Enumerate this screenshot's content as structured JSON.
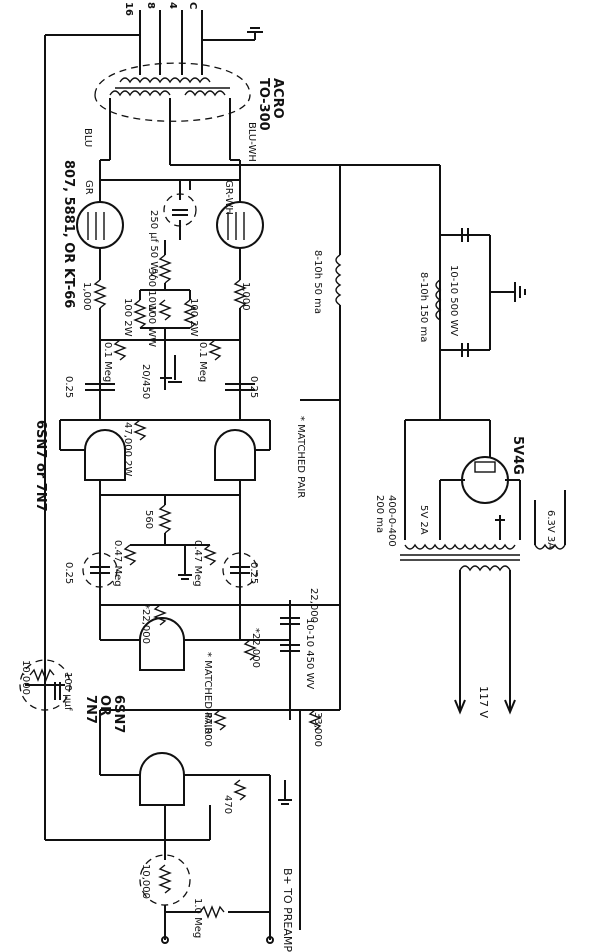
{
  "output_terminals": [
    "16",
    "8",
    "4",
    "C"
  ],
  "transformer_output": {
    "line1": "ACRO",
    "line2": "TO-300"
  },
  "lead_colors": {
    "left": "BLU",
    "right": "BLU-WH",
    "grid_left": "GR",
    "grid_right": "GR-WH"
  },
  "output_tubes": "807, 5881, OR KT-66",
  "cap_250": "250 μf 50 WV",
  "r_300": "300 10W",
  "r_100_a": "100 2W",
  "r_100_b": "100 2W",
  "r_100_pot": "100 WW",
  "r_1000_a": "1,000",
  "r_1000_b": "1,000",
  "r_01meg_a": "0.1 Meg",
  "r_01meg_b": "0.1 Meg",
  "cap_025_a": "0.25",
  "cap_025_b": "0.25",
  "cap_20_450": "20/450",
  "r_47000_2w": "47,000 2W",
  "matched_pair_upper": "* MATCHED PAIR",
  "driver_tube": "6SN7 or 7N7",
  "r_560": "560",
  "r_047_a": "0.47 Meg",
  "r_047_b": "0.47 Meg",
  "cap_025_c": "0.25",
  "cap_025_d": "0.25",
  "r_22000_a": "*22,000",
  "r_22000_b": "22,000",
  "r_22000_c": "*22,000",
  "cap_10_10": "10-10 450 WV",
  "matched_pair_lower": "* MATCHED PAIR",
  "input_tube": {
    "line1": "6SN7",
    "line2": "OR",
    "line3": "7N7"
  },
  "r_47000": "47,000",
  "r_33000": "33,000",
  "r_470": "470",
  "r_10000_fb": "10,000",
  "cap_100uf": "100 μμf",
  "r_10000_in": "10,000",
  "r_1meg": "1.0 Meg",
  "bplus": "B+ TO PREAMP",
  "choke_8": "8-10h 50 ma",
  "choke_8b": "8-10h 150 ma",
  "filter_cap": "10-10 500 WV",
  "rectifier": "5V4G",
  "power_transformer": {
    "line1": "400-0-400",
    "line2": "200 ma"
  },
  "winding_5v": "5V 2A",
  "winding_63v": "6.3V 3A",
  "mains": "117 V"
}
